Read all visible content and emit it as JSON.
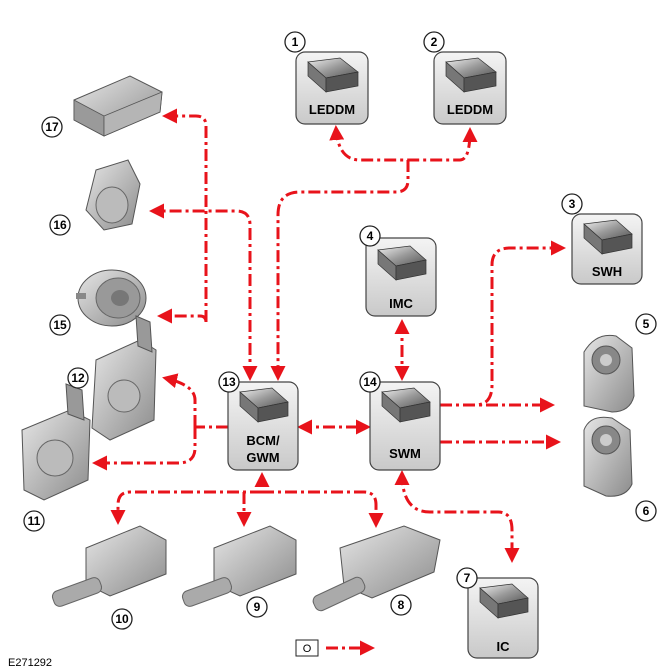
{
  "colors": {
    "link": "#e8131b",
    "module_fill": "#d9d9d9",
    "module_stroke": "#444444"
  },
  "modules": {
    "m1": {
      "number": "1",
      "label": "LEDDM"
    },
    "m2": {
      "number": "2",
      "label": "LEDDM"
    },
    "m3": {
      "number": "3",
      "label": "SWH"
    },
    "m4": {
      "number": "4",
      "label": "IMC"
    },
    "m7": {
      "number": "7",
      "label": "IC"
    },
    "m13": {
      "number": "13",
      "label_line1": "BCM/",
      "label_line2": "GWM"
    },
    "m14": {
      "number": "14",
      "label": "SWM"
    }
  },
  "components": {
    "c5": {
      "number": "5",
      "icon": "steering-wheel-switch-left-icon"
    },
    "c6": {
      "number": "6",
      "icon": "steering-wheel-switch-right-icon"
    },
    "c8": {
      "number": "8",
      "icon": "steering-column-motor-icon"
    },
    "c9": {
      "number": "9",
      "icon": "steering-column-motor-icon"
    },
    "c10": {
      "number": "10",
      "icon": "steering-column-motor-icon"
    },
    "c11": {
      "number": "11",
      "icon": "sensor-bracket-icon"
    },
    "c12": {
      "number": "12",
      "icon": "sensor-bracket-icon"
    },
    "c15": {
      "number": "15",
      "icon": "horn-speaker-icon"
    },
    "c16": {
      "number": "16",
      "icon": "sounder-icon"
    },
    "c17": {
      "number": "17",
      "icon": "control-module-icon"
    }
  },
  "legend": {
    "key": "O"
  },
  "figure_id": "E271292"
}
